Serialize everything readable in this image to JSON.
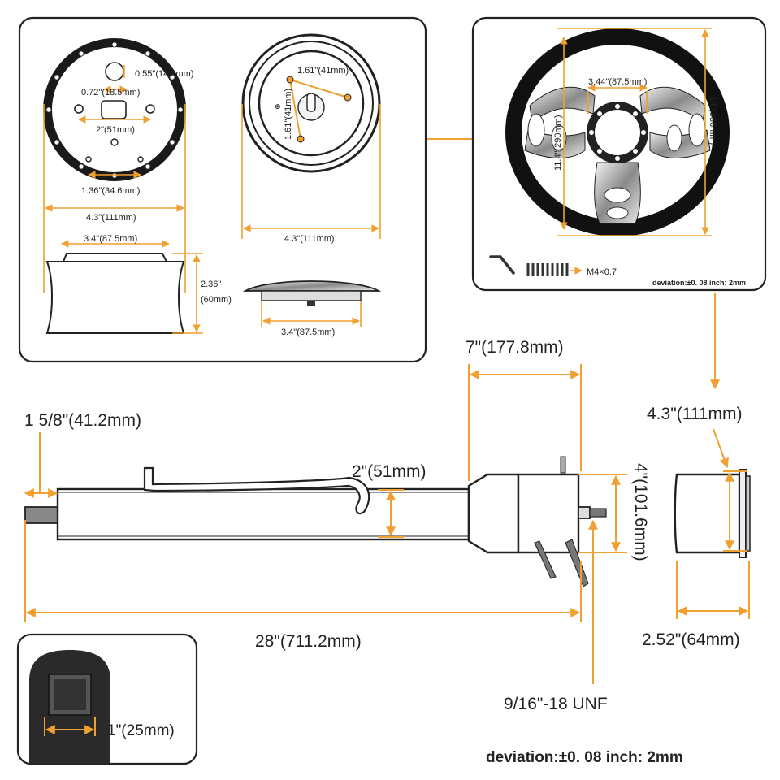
{
  "colors": {
    "dimension": "#f0a030",
    "outline": "#222222",
    "panel_border": "#222222"
  },
  "hub_panel": {
    "adapter_face": {
      "dim_hole": "0.55\"(14.2mm)",
      "dim_center": "0.72\"(18.5mm)",
      "dim_bolt_span": "2\"(51mm)",
      "dim_bottom_holes": "1.36\"(34.6mm)",
      "dim_outer_dia": "4.3\"(111mm)"
    },
    "hub_side": {
      "dim_top_dia": "3.4\"(87.5mm)",
      "dim_height_in": "2.36\"",
      "dim_height_mm": "(60mm)"
    },
    "horn_face": {
      "dim_a": "1.61\"(41mm)",
      "dim_b": "1.61\"(41mm)",
      "dim_outer_dia": "4.3\"(111mm)"
    },
    "horn_side": {
      "dim_base": "3.4\"(87.5mm)"
    }
  },
  "wheel_panel": {
    "dim_hub": "3.44\"(87.5mm)",
    "dim_height": "11.4\"(290mm)",
    "dim_width": "14\"(356mm)",
    "screw_label": "M4×0.7",
    "deviation": "deviation:±0. 08 inch: 2mm"
  },
  "column": {
    "dim_shaft_end": "1 5/8\"(41.2mm)",
    "dim_column_od": "2\"(51mm)",
    "dim_head_len": "7\"(177.8mm)",
    "dim_head_dia": "4\"(101.6mm)",
    "dim_total_len": "28\"(711.2mm)",
    "thread_label": "9/16\"-18 UNF"
  },
  "adapter_ring": {
    "dim_dia": "4.3\"(111mm)",
    "dim_len": "2.52\"(64mm)"
  },
  "shaft_inset": {
    "dim_width": "1\"(25mm)"
  },
  "deviation_note": "deviation:±0. 08 inch: 2mm"
}
